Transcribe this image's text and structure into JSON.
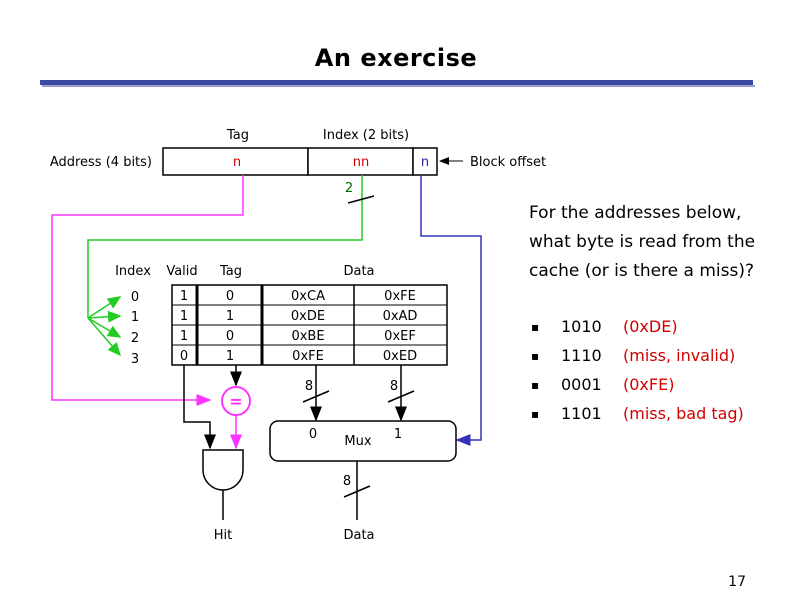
{
  "slide": {
    "title": "An exercise",
    "page_number": "17"
  },
  "address": {
    "label": "Address (4 bits)",
    "tag_header": "Tag",
    "index_header": "Index (2 bits)",
    "tag_field": "n",
    "index_field": "nn",
    "offset_field": "n",
    "offset_label": "Block offset",
    "index_bus_width": "2"
  },
  "cache": {
    "headers": {
      "index": "Index",
      "valid": "Valid",
      "tag": "Tag",
      "data": "Data"
    },
    "index_labels": [
      "0",
      "1",
      "2",
      "3"
    ],
    "rows": [
      {
        "valid": "1",
        "tag": "0",
        "d0": "0xCA",
        "d1": "0xFE"
      },
      {
        "valid": "1",
        "tag": "1",
        "d0": "0xDE",
        "d1": "0xAD"
      },
      {
        "valid": "1",
        "tag": "0",
        "d0": "0xBE",
        "d1": "0xEF"
      },
      {
        "valid": "0",
        "tag": "1",
        "d0": "0xFE",
        "d1": "0xED"
      }
    ]
  },
  "logic": {
    "comparator": "=",
    "bus_width_left": "8",
    "bus_width_right": "8",
    "mux_label": "Mux",
    "mux_in0": "0",
    "mux_in1": "1",
    "mux_out_width": "8",
    "hit_label": "Hit",
    "data_label": "Data"
  },
  "exercise": {
    "question_lines": [
      "For the addresses below,",
      "what byte is read from the",
      "cache (or is there a miss)?"
    ],
    "items": [
      {
        "address": "1010",
        "answer": "(0xDE)"
      },
      {
        "address": "1110",
        "answer": "(miss, invalid)"
      },
      {
        "address": "0001",
        "answer": "(0xFE)"
      },
      {
        "address": "1101",
        "answer": "(miss, bad tag)"
      }
    ]
  },
  "colors": {
    "tag_wire": "#ff33ff",
    "index_wire": "#22cc22",
    "offset_wire": "#3333bb",
    "title_rule": "#3a4aa0",
    "answer_red": "#d40000",
    "field_text_red": "#cc0000",
    "offset_text_blue": "#2222aa"
  }
}
